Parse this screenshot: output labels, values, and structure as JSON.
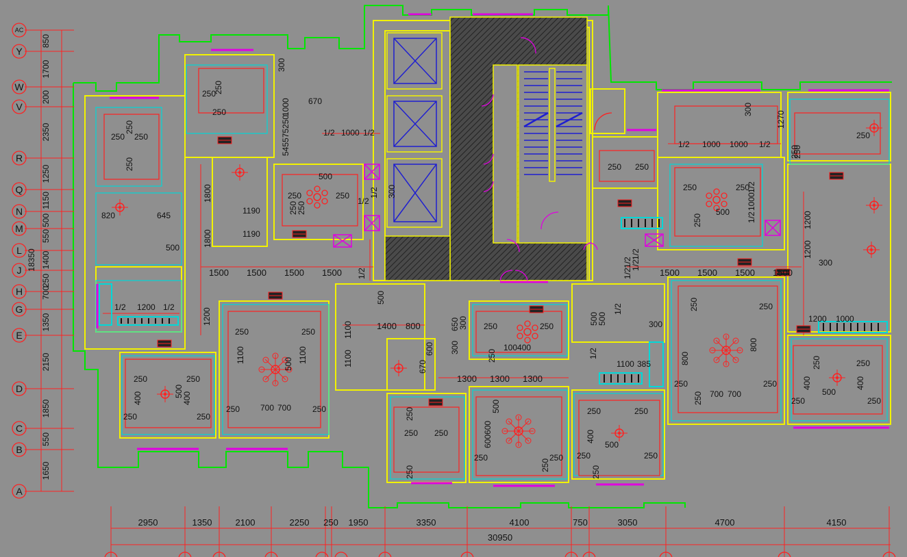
{
  "drawing": {
    "background": "#8f8f8f",
    "colors": {
      "dim": "#ff0000",
      "wall_outer": "#00e600",
      "wall_inner": "#f2f200",
      "glass": "#e000e0",
      "stair": "#1f1fd0",
      "cyan": "#00d8d8",
      "hatch": "#333333"
    }
  },
  "row_axis": {
    "labels": [
      "AC",
      "Y",
      "W",
      "V",
      "R",
      "Q",
      "N",
      "M",
      "L",
      "J",
      "H",
      "G",
      "E",
      "D",
      "C",
      "B",
      "A"
    ],
    "dims": [
      "850",
      "1700",
      "200",
      "2350",
      "1250",
      "1150",
      "500",
      "550",
      "1400",
      "250",
      "700",
      "1350",
      "2150",
      "1850",
      "550",
      "1650"
    ],
    "total": "18350"
  },
  "col_axis": {
    "dims": [
      "2950",
      "1350",
      "2100",
      "2250",
      "250",
      "1950",
      "3350",
      "4100",
      "750",
      "3050",
      "4700",
      "4150"
    ],
    "total": "30950"
  },
  "room_labels": [
    {
      "id": "r1a",
      "t": "250"
    },
    {
      "id": "r1b",
      "t": "250"
    },
    {
      "id": "r1c",
      "t": "250"
    },
    {
      "id": "r1d",
      "t": "250"
    },
    {
      "id": "r2a",
      "t": "250"
    },
    {
      "id": "r2b",
      "t": "250"
    },
    {
      "id": "r2c",
      "t": "250"
    },
    {
      "id": "r3a",
      "t": "300"
    },
    {
      "id": "r3b",
      "t": "1000"
    },
    {
      "id": "r3c",
      "t": "670"
    },
    {
      "id": "r3d",
      "t": "545575250"
    },
    {
      "id": "r3e",
      "t": "1/2"
    },
    {
      "id": "r3f",
      "t": "1000"
    },
    {
      "id": "r3g",
      "t": "1/2"
    },
    {
      "id": "r4a",
      "t": "500"
    },
    {
      "id": "r4b",
      "t": "250"
    },
    {
      "id": "r4c",
      "t": "250"
    },
    {
      "id": "r4d",
      "t": "250"
    },
    {
      "id": "r4e",
      "t": "250"
    },
    {
      "id": "r4f",
      "t": "1/2"
    },
    {
      "id": "r4g",
      "t": "1/2"
    },
    {
      "id": "r4h",
      "t": "300"
    },
    {
      "id": "r5a",
      "t": "1800"
    },
    {
      "id": "r5b",
      "t": "1800"
    },
    {
      "id": "r5c",
      "t": "1190"
    },
    {
      "id": "r5d",
      "t": "1190"
    },
    {
      "id": "r6a",
      "t": "820"
    },
    {
      "id": "r6b",
      "t": "645"
    },
    {
      "id": "r6c",
      "t": "500"
    },
    {
      "id": "r7a",
      "t": "1500"
    },
    {
      "id": "r7b",
      "t": "1500"
    },
    {
      "id": "r7c",
      "t": "1500"
    },
    {
      "id": "r7d",
      "t": "1500"
    },
    {
      "id": "r8a",
      "t": "1/2"
    },
    {
      "id": "r8b",
      "t": "1200"
    },
    {
      "id": "r8c",
      "t": "1/2"
    },
    {
      "id": "r8d",
      "t": "1200"
    },
    {
      "id": "r9a",
      "t": "250"
    },
    {
      "id": "r9b",
      "t": "250"
    },
    {
      "id": "r9c",
      "t": "1100"
    },
    {
      "id": "r9d",
      "t": "1100"
    },
    {
      "id": "r9e",
      "t": "500"
    },
    {
      "id": "r9f",
      "t": "250"
    },
    {
      "id": "r9g",
      "t": "700"
    },
    {
      "id": "r9h",
      "t": "700"
    },
    {
      "id": "r9i",
      "t": "250"
    },
    {
      "id": "r10a",
      "t": "250"
    },
    {
      "id": "r10b",
      "t": "250"
    },
    {
      "id": "r10c",
      "t": "400"
    },
    {
      "id": "r10d",
      "t": "400"
    },
    {
      "id": "r10e",
      "t": "500"
    },
    {
      "id": "r10f",
      "t": "250"
    },
    {
      "id": "r10g",
      "t": "250"
    },
    {
      "id": "r11a",
      "t": "1/2"
    },
    {
      "id": "r11b",
      "t": "1/2"
    },
    {
      "id": "r11c",
      "t": "1/2"
    },
    {
      "id": "r11d",
      "t": "500"
    },
    {
      "id": "r11e",
      "t": "1100"
    },
    {
      "id": "r11f",
      "t": "1400"
    },
    {
      "id": "r11g",
      "t": "800"
    },
    {
      "id": "r11h",
      "t": "1100"
    },
    {
      "id": "r11i",
      "t": "300"
    },
    {
      "id": "r11j",
      "t": "650"
    },
    {
      "id": "r11k",
      "t": "300"
    },
    {
      "id": "r12a",
      "t": "670"
    },
    {
      "id": "r12b",
      "t": "600"
    },
    {
      "id": "r12c",
      "t": "1300"
    },
    {
      "id": "r12d",
      "t": "1300"
    },
    {
      "id": "r12e",
      "t": "1300"
    },
    {
      "id": "r13a",
      "t": "250"
    },
    {
      "id": "r13b",
      "t": "250"
    },
    {
      "id": "r13c",
      "t": "100400"
    },
    {
      "id": "r13d",
      "t": "250"
    },
    {
      "id": "r14a",
      "t": "250"
    },
    {
      "id": "r14b",
      "t": "250"
    },
    {
      "id": "r14c",
      "t": "250"
    },
    {
      "id": "r14d",
      "t": "250"
    },
    {
      "id": "r15a",
      "t": "600600"
    },
    {
      "id": "r15b",
      "t": "500"
    },
    {
      "id": "r15c",
      "t": "250"
    },
    {
      "id": "r15d",
      "t": "250"
    },
    {
      "id": "r15e",
      "t": "250"
    },
    {
      "id": "r16a",
      "t": "500"
    },
    {
      "id": "r16b",
      "t": "500"
    },
    {
      "id": "r16c",
      "t": "1/2"
    },
    {
      "id": "r16d",
      "t": "300"
    },
    {
      "id": "r16e",
      "t": "1100"
    },
    {
      "id": "r16f",
      "t": "385"
    },
    {
      "id": "r16g",
      "t": "1/2"
    },
    {
      "id": "r17a",
      "t": "250"
    },
    {
      "id": "r17b",
      "t": "250"
    },
    {
      "id": "r17c",
      "t": "400"
    },
    {
      "id": "r17d",
      "t": "500"
    },
    {
      "id": "r17e",
      "t": "250"
    },
    {
      "id": "r17f",
      "t": "250"
    },
    {
      "id": "r17g",
      "t": "250"
    },
    {
      "id": "r18a",
      "t": "250"
    },
    {
      "id": "r18b",
      "t": "250"
    },
    {
      "id": "r19a",
      "t": "1/2"
    },
    {
      "id": "r19b",
      "t": "1000"
    },
    {
      "id": "r19c",
      "t": "1000"
    },
    {
      "id": "r19d",
      "t": "1/2"
    },
    {
      "id": "r19e",
      "t": "300"
    },
    {
      "id": "r19f",
      "t": "1270"
    },
    {
      "id": "r20a",
      "t": "250"
    },
    {
      "id": "r20b",
      "t": "250"
    },
    {
      "id": "r20c",
      "t": "250"
    },
    {
      "id": "r20d",
      "t": "1/2"
    },
    {
      "id": "r20e",
      "t": "500"
    },
    {
      "id": "r20f",
      "t": "1/2"
    },
    {
      "id": "r20g",
      "t": "1000"
    },
    {
      "id": "r20h",
      "t": "250"
    },
    {
      "id": "r21a",
      "t": "250"
    },
    {
      "id": "r21b",
      "t": "250"
    },
    {
      "id": "r22a",
      "t": "1/2"
    },
    {
      "id": "r22b",
      "t": "1/2"
    },
    {
      "id": "r22c",
      "t": "1500"
    },
    {
      "id": "r22d",
      "t": "1500"
    },
    {
      "id": "r22e",
      "t": "1500"
    },
    {
      "id": "r22f",
      "t": "1500"
    },
    {
      "id": "r23a",
      "t": "250"
    },
    {
      "id": "r23b",
      "t": "250"
    },
    {
      "id": "r23c",
      "t": "800"
    },
    {
      "id": "r23d",
      "t": "800"
    },
    {
      "id": "r23e",
      "t": "250"
    },
    {
      "id": "r23f",
      "t": "700"
    },
    {
      "id": "r23g",
      "t": "700"
    },
    {
      "id": "r23h",
      "t": "250"
    },
    {
      "id": "r23i",
      "t": "250"
    },
    {
      "id": "r24a",
      "t": "1200"
    },
    {
      "id": "r24b",
      "t": "1200"
    },
    {
      "id": "r24c",
      "t": "300"
    },
    {
      "id": "r24d",
      "t": "1200"
    },
    {
      "id": "r24e",
      "t": "1000"
    },
    {
      "id": "r25a",
      "t": "250"
    },
    {
      "id": "r25b",
      "t": "250"
    },
    {
      "id": "r25c",
      "t": "400"
    },
    {
      "id": "r25d",
      "t": "500"
    },
    {
      "id": "r25e",
      "t": "400"
    },
    {
      "id": "r25f",
      "t": "250"
    },
    {
      "id": "r25g",
      "t": "250"
    }
  ]
}
